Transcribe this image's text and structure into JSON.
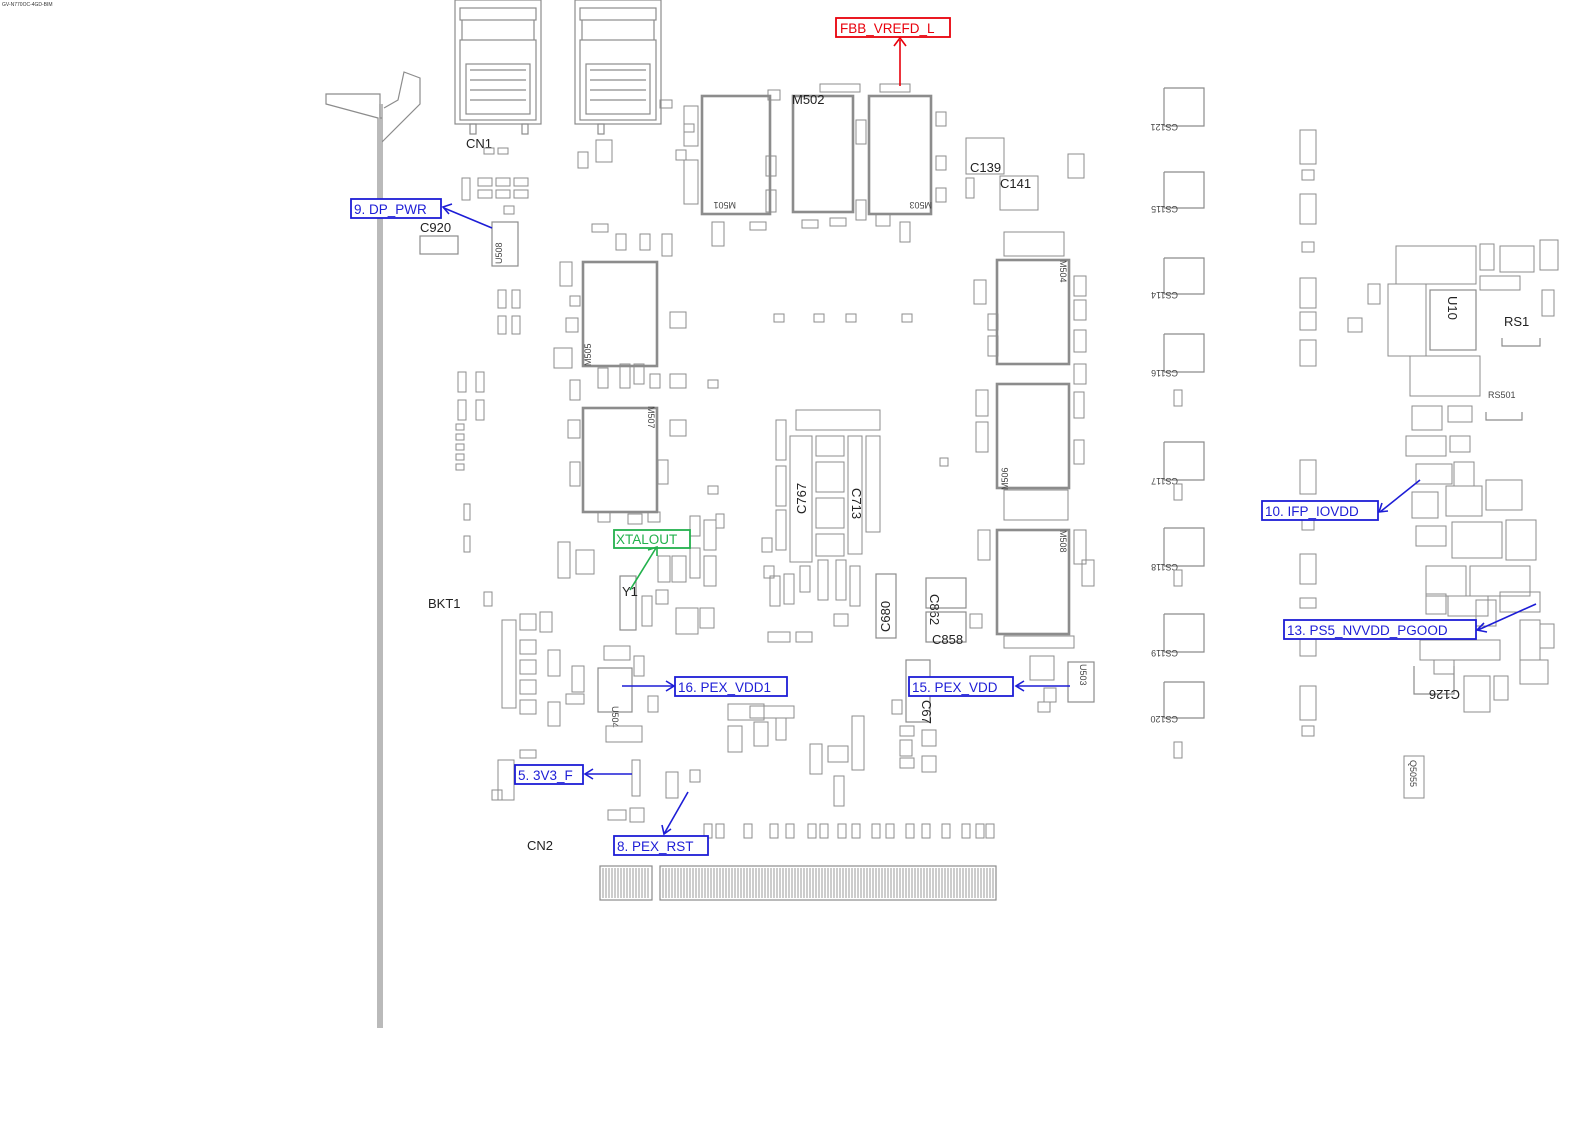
{
  "header": {
    "file_label": "GV-N770OC-4GD-BIM"
  },
  "refdes": {
    "cn1": "CN1",
    "cn2": "CN2",
    "bkt1": "BKT1",
    "c920": "C920",
    "u508": "U508",
    "c139": "C139",
    "c141": "C141",
    "m501": "M501",
    "m502": "M502",
    "m503": "M503",
    "m504": "M504",
    "m505": "M505",
    "m506": "M506",
    "m507": "M507",
    "m508": "M508",
    "c767": "C767",
    "c713": "C713",
    "c680": "C680",
    "c862": "C862",
    "c858": "C858",
    "c67": "C67",
    "u504": "U504",
    "u503": "U503",
    "u10": "U10",
    "rs1": "RS1",
    "rs501": "RS501",
    "c126": "C126",
    "y1": "Y1",
    "cs121": "CS121",
    "cs115": "CS115",
    "cs114": "CS114",
    "cs116": "CS116",
    "cs117": "CS117",
    "cs118": "CS118",
    "cs119": "CS119",
    "cs120": "CS120",
    "q5055": "Q5055"
  },
  "callouts": {
    "fbb_vrefd_l": {
      "label": "FBB_VREFD_L",
      "color": "#e8000b"
    },
    "xtalout": {
      "label": "XTALOUT",
      "color": "#22b14c"
    },
    "dp_pwr": {
      "label": "9. DP_PWR",
      "color": "#1d1dd6"
    },
    "ifp_iovdd": {
      "label": "10. IFP_IOVDD",
      "color": "#1d1dd6"
    },
    "ps5_nvvdd_pgood": {
      "label": "13. PS5_NVVDD_PGOOD",
      "color": "#1d1dd6"
    },
    "pex_vdd1": {
      "label": "16. PEX_VDD1",
      "color": "#1d1dd6"
    },
    "pex_vdd": {
      "label": "15. PEX_VDD",
      "color": "#1d1dd6"
    },
    "v3v3_f": {
      "label": "5. 3V3_F",
      "color": "#1d1dd6"
    },
    "pex_rst": {
      "label": "8. PEX_RST",
      "color": "#1d1dd6"
    }
  }
}
